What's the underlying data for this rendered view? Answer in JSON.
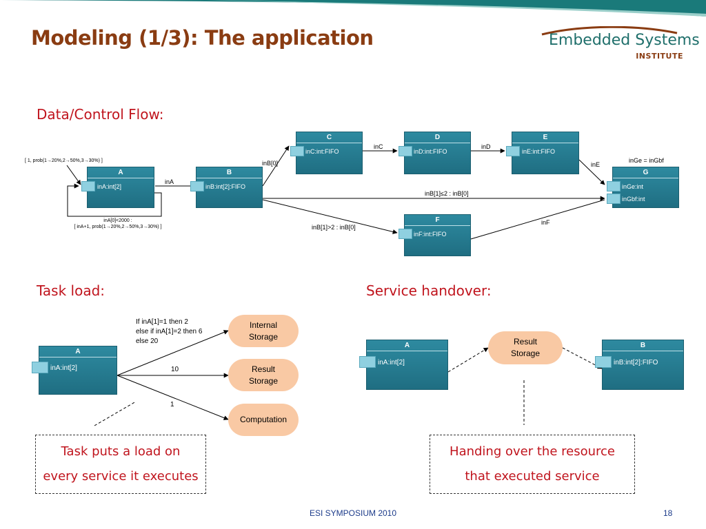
{
  "title": "Modeling (1/3): The application",
  "logo": {
    "name": "Embedded Systems",
    "subtitle": "INSTITUTE"
  },
  "colors": {
    "title": "#8a3c12",
    "section": "#c0141d",
    "box_teal": "#2e8aa0",
    "service": "#f9c9a4",
    "band": "#1a7a7a"
  },
  "sections": {
    "flow": "Data/Control Flow:",
    "task_load": "Task load:",
    "handover": "Service handover:"
  },
  "flow": {
    "boxes": {
      "A": {
        "name": "A",
        "port": "inA:int[2]"
      },
      "B": {
        "name": "B",
        "port": "inB:int[2]:FIFO"
      },
      "C": {
        "name": "C",
        "port": "inC:int:FIFO"
      },
      "D": {
        "name": "D",
        "port": "inD:int:FIFO"
      },
      "E": {
        "name": "E",
        "port": "inE:int:FIFO"
      },
      "F": {
        "name": "F",
        "port": "inF:int:FIFO"
      },
      "G": {
        "name": "G",
        "port1": "inGe:int",
        "port2": "inGbf:int"
      }
    },
    "edges": {
      "init": "[ 1, prob(1→20%,2→50%,3→30%) ]",
      "loop1": "inA[0]<2000 :",
      "loop2": "[ inA+1, prob(1→20%,2→50%,3→30%) ]",
      "a_b": "inA",
      "b_c": "inB[0]",
      "c_d": "inC",
      "d_e": "inD",
      "e_g": "inE",
      "g_note": "inGe = inGbf",
      "b_g": "inB[1]≤2 : inB[0]",
      "b_f": "inB[1]>2 : inB[0]",
      "f_g": "inF"
    }
  },
  "task": {
    "box": {
      "name": "A",
      "port": "inA:int[2]"
    },
    "cond1": "If inA[1]=1 then 2",
    "cond2": "else if inA[1]=2 then 6",
    "cond3": "else 20",
    "load_result": "10",
    "load_comp": "1",
    "services": {
      "internal1": "Internal",
      "internal2": "Storage",
      "result1": "Result",
      "result2": "Storage",
      "computation": "Computation"
    },
    "note1": "Task puts a load on",
    "note2": "every service it executes"
  },
  "handover": {
    "box_a": {
      "name": "A",
      "port": "inA:int[2]"
    },
    "box_b": {
      "name": "B",
      "port": "inB:int[2]:FIFO"
    },
    "service1": "Result",
    "service2": "Storage",
    "note1": "Handing over the resource",
    "note2": "that executed service"
  },
  "footer": "ESI SYMPOSIUM 2010",
  "page_number": "18"
}
